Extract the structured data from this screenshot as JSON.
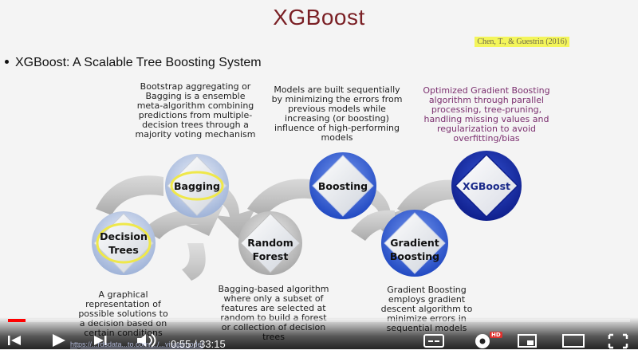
{
  "slide": {
    "title": "XGBoost",
    "citation": "Chen, T., & Guestrin (2016)",
    "bullet": "XGBoost: A Scalable Tree Boosting System",
    "colors": {
      "title": "#7a1f24",
      "highlight": "#f3f55a",
      "purple_text": "#7b2f6f"
    }
  },
  "nodes": [
    {
      "label_lines": [
        "Decision",
        "Trees"
      ],
      "style": "light",
      "icon": "diamond-circle-icon"
    },
    {
      "label_lines": [
        "Bagging"
      ],
      "style": "light",
      "icon": "diamond-circle-icon"
    },
    {
      "label_lines": [
        "Random",
        "Forest"
      ],
      "style": "silver",
      "icon": "diamond-circle-icon"
    },
    {
      "label_lines": [
        "Boosting"
      ],
      "style": "blue",
      "icon": "diamond-circle-icon"
    },
    {
      "label_lines": [
        "Gradient",
        "Boosting"
      ],
      "style": "blue",
      "icon": "diamond-circle-icon"
    },
    {
      "label_lines": [
        "XGBoost"
      ],
      "style": "darkblue",
      "icon": "diamond-circle-icon"
    }
  ],
  "descriptions": {
    "decision_trees": [
      "A graphical",
      "representation of",
      "possible solutions to",
      "a decision based on",
      "certain conditions"
    ],
    "bagging": [
      "Bootstrap aggregating or",
      "Bagging is a ensemble",
      "meta-algorithm combining",
      "predictions from multiple-",
      "decision trees through a",
      "majority voting mechanism"
    ],
    "random_forest": [
      "Bagging-based algorithm",
      "where only a subset of",
      "features are selected at",
      "random to build a forest",
      "or collection of decision",
      "trees"
    ],
    "boosting": [
      "Models are built sequentially",
      "by minimizing the errors from",
      "previous models while",
      "increasing (or boosting)",
      "influence of high-performing",
      "models"
    ],
    "gradient_boosting": [
      "Gradient Boosting",
      "employs gradient",
      "descent algorithm to",
      "minimize errors  in",
      "sequential models"
    ],
    "xgboost": [
      "Optimized Gradient Boosting",
      "algorithm through parallel",
      "processing, tree-pruning,",
      "handling missing values and",
      "regularization to avoid",
      "overfitting/bias"
    ]
  },
  "player": {
    "time": "0:55 / 33:15",
    "url_text": "https://...rdsdata...to.com/.../...visualmodel",
    "progress": 0.028,
    "hd_badge": "HD",
    "controls": [
      "previous-icon",
      "play-icon",
      "next-icon",
      "volume-icon",
      "subtitles-icon",
      "settings-icon",
      "miniplayer-icon",
      "theater-icon",
      "fullscreen-icon"
    ]
  }
}
